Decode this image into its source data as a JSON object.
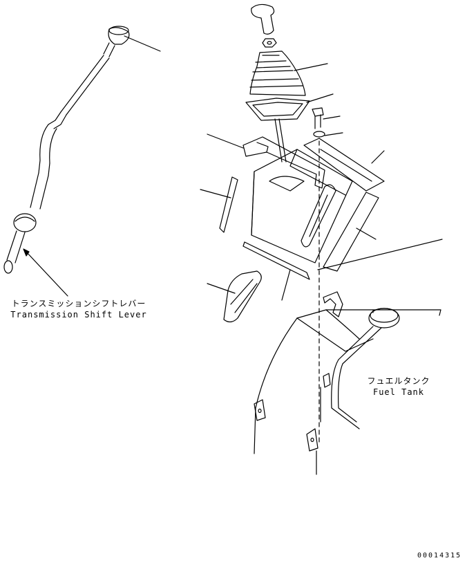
{
  "labels": {
    "transmission_jp": "トランスミッションシフトレバー",
    "transmission_en": "Transmission Shift Lever",
    "fuel_tank_jp": "フュエルタンク",
    "fuel_tank_en": "Fuel Tank",
    "drawing_id": "00014315"
  }
}
